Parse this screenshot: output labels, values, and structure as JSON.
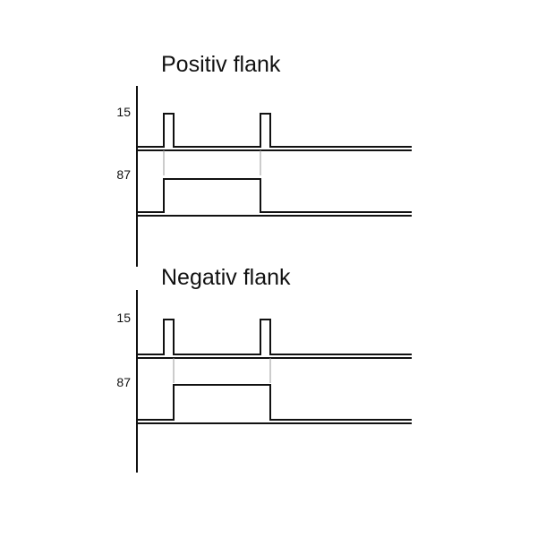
{
  "sections": [
    {
      "title": "Positiv flank",
      "signals": [
        {
          "label": "15"
        },
        {
          "label": "87"
        }
      ]
    },
    {
      "title": "Negativ flank",
      "signals": [
        {
          "label": "15"
        },
        {
          "label": "87"
        }
      ]
    }
  ],
  "colors": {
    "line": "#111111",
    "guide": "#9a9a9a",
    "background": "#ffffff"
  }
}
